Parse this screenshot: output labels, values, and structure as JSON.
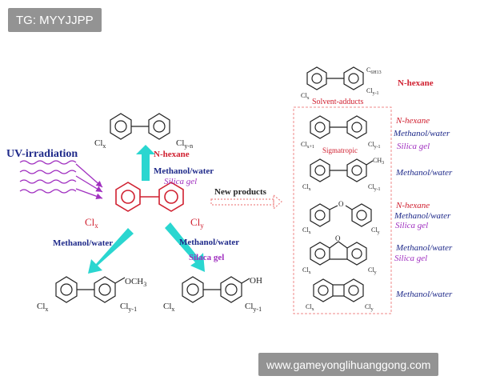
{
  "watermark_top": "TG: MYYJJPP",
  "watermark_bottom": "www.gameyonglihuanggong.com",
  "colors": {
    "red": "#d02030",
    "blue": "#1f2a8a",
    "purple": "#a030c0",
    "cyan": "#2ad6d0",
    "arrow_dash": "#ef8a8a"
  },
  "center": {
    "cl_left": "Cl",
    "cl_left_sub": "x",
    "cl_right": "Cl",
    "cl_right_sub": "y"
  },
  "uv": {
    "label": "UV-irradiation"
  },
  "top_branch": {
    "product_cl_left": "Cl",
    "product_cl_left_sub": "x",
    "product_cl_right": "Cl",
    "product_cl_right_sub": "y-n",
    "cond_hexane": "N-hexane",
    "cond_methanol": "Methanol/water",
    "cond_silica": "Silica gel"
  },
  "left_branch": {
    "cond": "Methanol/water",
    "product_cl_left": "Cl",
    "product_cl_left_sub": "x",
    "product_sub": "OCH",
    "product_sub_sub": "3",
    "product_cl_right": "Cl",
    "product_cl_right_sub": "y-1"
  },
  "right_branch": {
    "cond_methanol": "Methanol/water",
    "cond_silica": "Silaca gel",
    "product_cl_left": "Cl",
    "product_cl_left_sub": "x",
    "product_sub": "OH",
    "product_cl_right": "Cl",
    "product_cl_right_sub": "y-1"
  },
  "new_products": {
    "label": "New products"
  },
  "right_panel": {
    "top_substituent": "C",
    "top_substituent_sub": "6H13",
    "top_cl_right": "Cl",
    "top_cl_right_sub": "y-1",
    "top_cl_left": "Cl",
    "top_cl_left_sub": "x",
    "top_cond": "N-hexane",
    "solvent_adducts": "Solvent-adducts",
    "rows": [
      {
        "cl_left": "Cl",
        "cl_left_sub": "x+1",
        "cl_right": "Cl",
        "cl_right_sub": "y-1",
        "note": "Sigmatropic",
        "conds": [
          {
            "text": "N-hexane",
            "color": "red"
          },
          {
            "text": "Methanol/water",
            "color": "blue"
          },
          {
            "text": "Silica gel",
            "color": "purple"
          }
        ]
      },
      {
        "cl_left": "Cl",
        "cl_left_sub": "x",
        "cl_right": "Cl",
        "cl_right_sub": "y-1",
        "top_sub": "CH",
        "top_sub_sub": "3",
        "conds": [
          {
            "text": "Methanol/water",
            "color": "blue"
          }
        ]
      },
      {
        "cl_left": "Cl",
        "cl_left_sub": "x",
        "cl_right": "Cl",
        "cl_right_sub": "y",
        "bridge": "O",
        "conds": [
          {
            "text": "N-hexane",
            "color": "red"
          },
          {
            "text": "Methanol/water",
            "color": "blue"
          },
          {
            "text": "Silica gel",
            "color": "purple"
          }
        ]
      },
      {
        "cl_left": "Cl",
        "cl_left_sub": "x",
        "cl_right": "Cl",
        "cl_right_sub": "y",
        "bridge": "O",
        "conds": [
          {
            "text": "Methanol/water",
            "color": "blue"
          },
          {
            "text": "Silica gel",
            "color": "purple"
          }
        ]
      },
      {
        "cl_left": "Cl",
        "cl_left_sub": "x",
        "cl_right": "Cl",
        "cl_right_sub": "y",
        "conds": [
          {
            "text": "Methanol/water",
            "color": "blue"
          }
        ]
      }
    ]
  }
}
